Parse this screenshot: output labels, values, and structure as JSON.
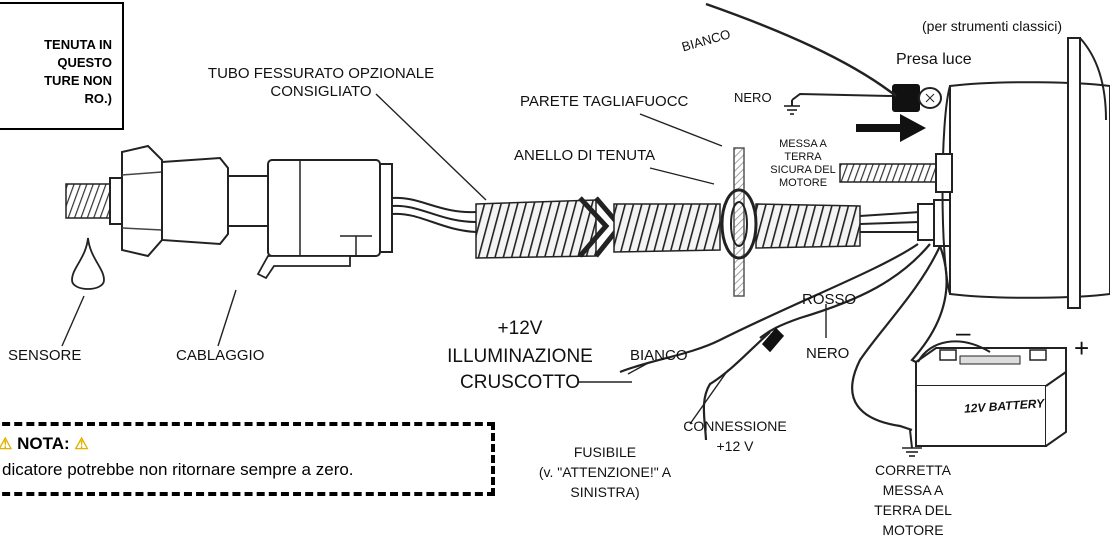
{
  "warning_box": {
    "lines": [
      "TENUTA IN",
      "QUESTO",
      "TURE NON",
      "RO.)"
    ]
  },
  "labels": {
    "per_strumenti_classici": "(per strumenti classici)",
    "presa_luce": "Presa luce",
    "bianco_top": "BIANCO",
    "nero_top": "NERO",
    "tubo_line1": "TUBO FESSURATO OPZIONALE",
    "tubo_line2": "CONSIGLIATO",
    "parete": "PARETE TAGLIAFUOCC",
    "anello": "ANELLO DI TENUTA",
    "messa_terra_1": "MESSA A",
    "messa_terra_2": "TERRA",
    "messa_terra_3": "SICURA DEL",
    "messa_terra_4": "MOTORE",
    "sensore": "SENSORE",
    "cablaggio": "CABLAGGIO",
    "plus12v": "+12V",
    "illuminazione": "ILLUMINAZIONE",
    "cruscotto": "CRUSCOTTO",
    "bianco_bottom": "BIANCO",
    "rosso": "ROSSO",
    "nero_bottom": "NERO",
    "connessione_1": "CONNESSIONE",
    "connessione_2": "+12 V",
    "fusibile_1": "FUSIBILE",
    "fusibile_2": "(v. \"ATTENZIONE!\" A",
    "fusibile_3": "SINISTRA)",
    "corretta_1": "CORRETTA",
    "corretta_2": "MESSA A",
    "corretta_3": "TERRA DEL",
    "corretta_4": "MOTORE",
    "battery": "12V BATTERY",
    "minus": "–",
    "plus": "+"
  },
  "note": {
    "icon": "⚠",
    "title": "NOTA:",
    "text": "dicatore potrebbe non ritornare sempre a zero."
  },
  "colors": {
    "warning_icon": "#e4b000",
    "ink": "#111111"
  }
}
